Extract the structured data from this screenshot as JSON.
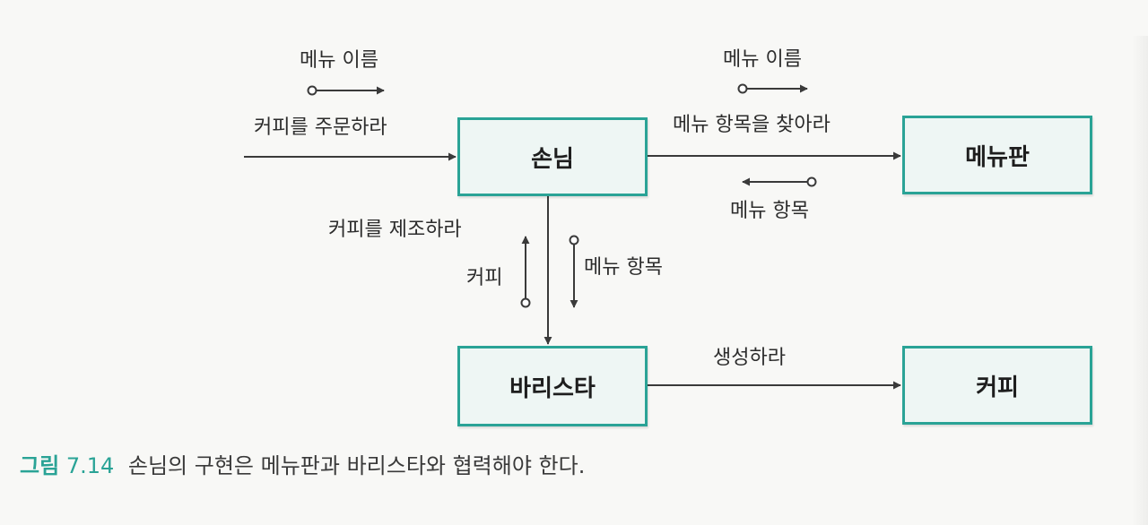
{
  "nodes": {
    "customer": "손님",
    "menu": "메뉴판",
    "barista": "바리스타",
    "coffee": "커피"
  },
  "labels": {
    "menu_name_1": "메뉴 이름",
    "order_coffee": "커피를 주문하라",
    "menu_name_2": "메뉴 이름",
    "find_menu_item": "메뉴 항목을 찾아라",
    "menu_item_return": "메뉴 항목",
    "make_coffee": "커피를 제조하라",
    "coffee_return": "커피",
    "menu_item_pass": "메뉴 항목",
    "create": "생성하라"
  },
  "caption": {
    "figure": "그림",
    "number": "7.14",
    "text": "손님의 구현은 메뉴판과 바리스타와 협력해야 한다."
  },
  "colors": {
    "accent": "#2aa396",
    "box_fill": "#eef6f4",
    "line": "#3a3a3a"
  }
}
